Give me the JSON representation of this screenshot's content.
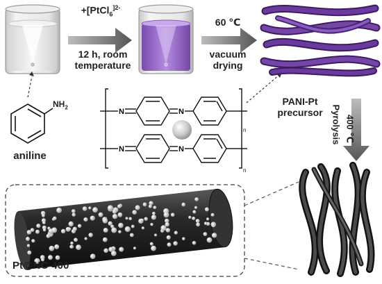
{
  "diagram": {
    "step1": {
      "reagent_main": "+[PtCl",
      "reagent_sub": "6",
      "reagent_sup": "]2-",
      "condition_line1": "12 h, room",
      "condition_line2": "temperature"
    },
    "step2": {
      "line1": "60 ℃",
      "line2": "vacuum",
      "line3": "drying"
    },
    "aniline": {
      "label": "aniline",
      "group": "NH",
      "group_sub": "2"
    },
    "precursor": {
      "line1": "PANI-Pt",
      "line2": "precursor"
    },
    "step3": {
      "temperature": "400 ℃",
      "process": "Pyrolysis"
    },
    "polymer": {
      "atom": "N",
      "repeat_index": "n"
    },
    "product": {
      "label": "Pt@NC-400"
    }
  },
  "colors": {
    "polymer_fiber": "#5a2a8a",
    "carbon_fiber": "#2e2e2e",
    "solution_purple": "#9a6bc8",
    "arrow_gray": "#6e6e6e"
  }
}
